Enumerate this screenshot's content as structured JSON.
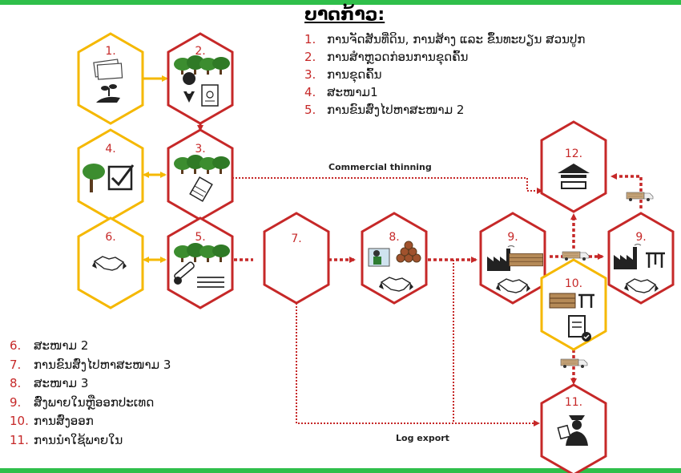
{
  "legend_title": "ບາດກ້າວ:",
  "steps_top": [
    {
      "num": "1.",
      "text": "ການຈັດສັນທີ່ດິນ, ການສ້າງ ແລະ ຂຶ້ນທະບຽນ ສວນປູກ"
    },
    {
      "num": "2.",
      "text": "ການສຳຫຼວດກ່ອນການຂຸດຄົ້ນ"
    },
    {
      "num": "3.",
      "text": "ການຂຸດຄົ້ນ"
    },
    {
      "num": "4.",
      "text": "ສະໜາມ1"
    },
    {
      "num": "5.",
      "text": "ການຂົນສົ່ງໄປຫາສະໜາມ 2"
    }
  ],
  "steps_bottom": [
    {
      "num": "6.",
      "text": "ສະໜາມ 2"
    },
    {
      "num": "7.",
      "text": "ການຂົນສົ່ງໄປຫາສະໜາມ 3"
    },
    {
      "num": "8.",
      "text": "ສະໜາມ 3"
    },
    {
      "num": "9.",
      "text": "ສົ່ງພາຍໃນຫຼືອອກປະເທດ"
    },
    {
      "num": "10.",
      "text": "ການສົ່ງອອກ"
    },
    {
      "num": "11.",
      "text": "ການນຳໃຊ້ພາຍໃນ"
    }
  ],
  "node_labels": {
    "n1": "1.",
    "n2": "2.",
    "n3": "3.",
    "n4": "4.",
    "n5": "5.",
    "n6": "6.",
    "n7": "7.",
    "n8": "8.",
    "n9a": "9.",
    "n9b": "9.",
    "n10": "10.",
    "n11": "11.",
    "n12": "12."
  },
  "flow_labels": {
    "commercial": "Commercial thinning",
    "export": "Log export"
  },
  "colors": {
    "red": "#c62828",
    "yellow": "#f5b800",
    "green_bar": "#2fbf4a",
    "tree": "#3c8d2f"
  }
}
